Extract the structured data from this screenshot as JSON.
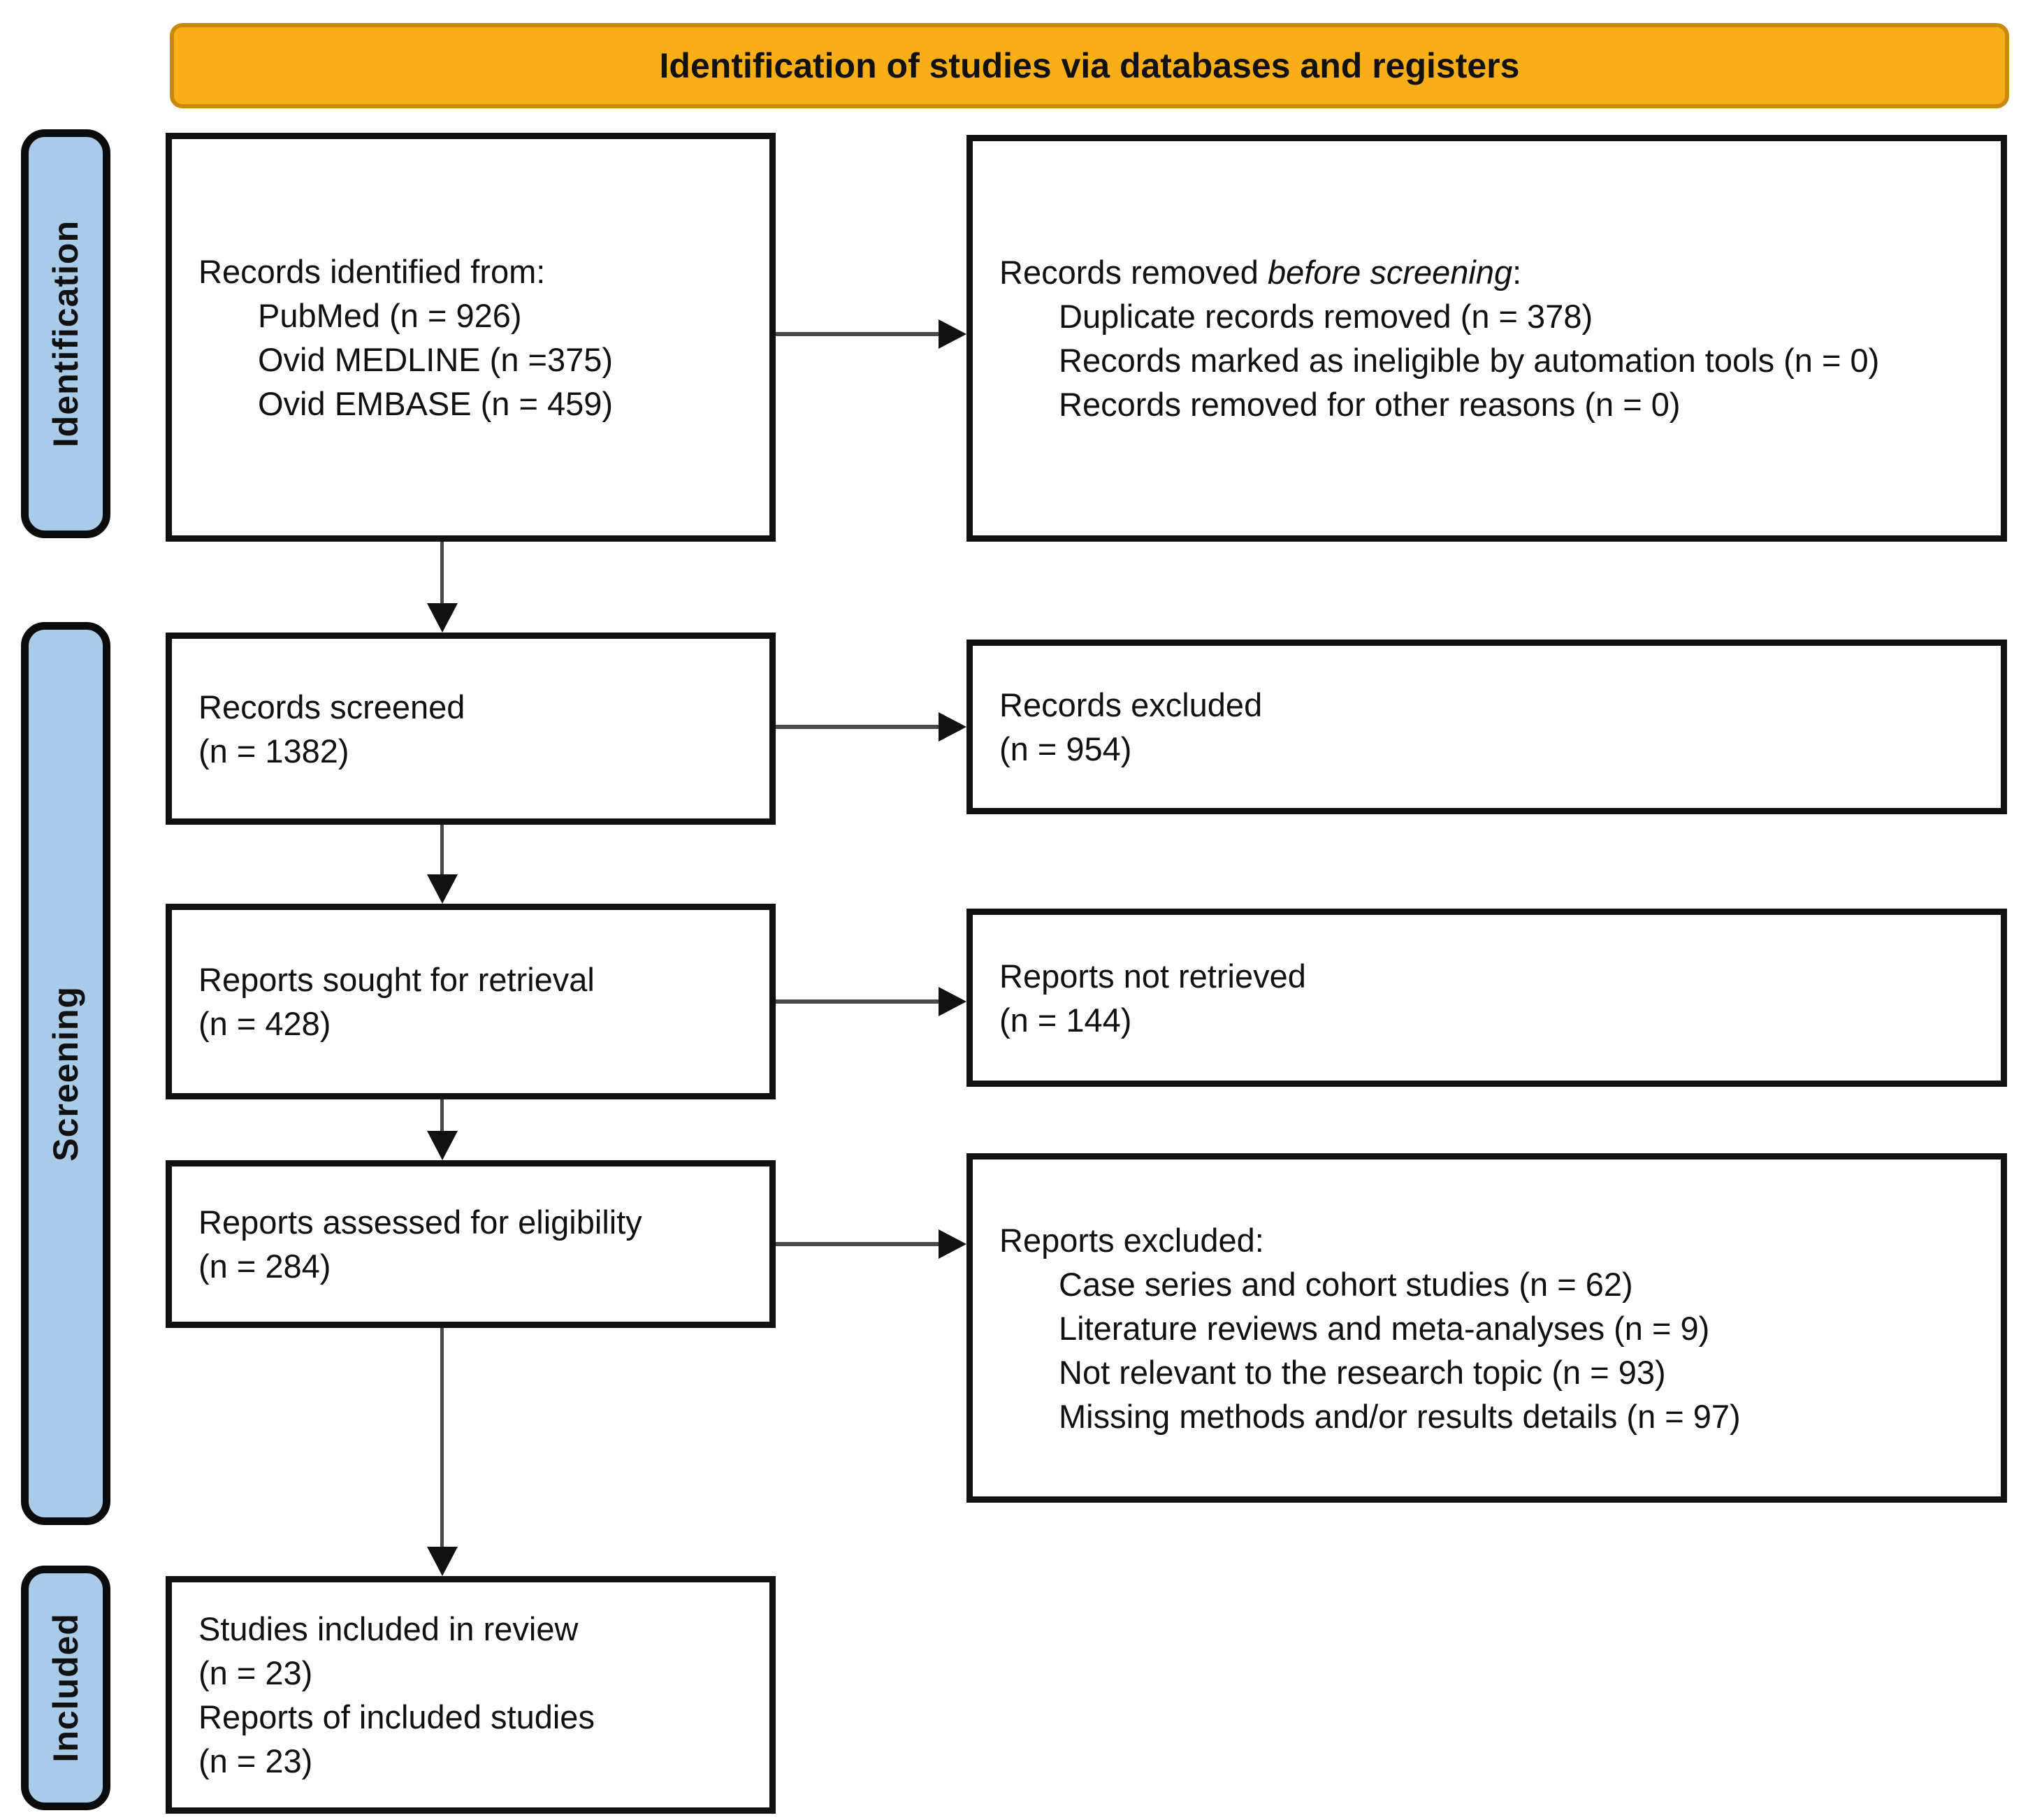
{
  "banner": {
    "title": "Identification of studies via databases and registers"
  },
  "sidebar": {
    "items": [
      {
        "id": "identification",
        "label": "Identification"
      },
      {
        "id": "screening",
        "label": "Screening"
      },
      {
        "id": "included",
        "label": "Included"
      }
    ]
  },
  "boxes": [
    {
      "id": "records-identified",
      "lines": [
        {
          "segments": [
            {
              "text": "Records identified from:"
            }
          ],
          "indent": 0
        },
        {
          "segments": [
            {
              "text": "PubMed (n = 926)"
            }
          ],
          "indent": 1
        },
        {
          "segments": [
            {
              "text": "Ovid MEDLINE (n =375)"
            }
          ],
          "indent": 1
        },
        {
          "segments": [
            {
              "text": "Ovid EMBASE (n = 459)"
            }
          ],
          "indent": 1
        }
      ]
    },
    {
      "id": "records-removed",
      "lines": [
        {
          "segments": [
            {
              "text": "Records removed "
            },
            {
              "text": "before screening",
              "italic": true
            },
            {
              "text": ":"
            }
          ],
          "indent": 0
        },
        {
          "segments": [
            {
              "text": "Duplicate records removed (n = 378)"
            }
          ],
          "indent": 1
        },
        {
          "segments": [
            {
              "text": "Records marked as ineligible by automation tools (n = 0)"
            }
          ],
          "indent": 1
        },
        {
          "segments": [
            {
              "text": "Records removed for other reasons (n = 0)"
            }
          ],
          "indent": 1
        }
      ]
    },
    {
      "id": "records-screened",
      "lines": [
        {
          "segments": [
            {
              "text": "Records screened"
            }
          ],
          "indent": 0
        },
        {
          "segments": [
            {
              "text": "(n = 1382)"
            }
          ],
          "indent": 0
        }
      ]
    },
    {
      "id": "records-excluded",
      "lines": [
        {
          "segments": [
            {
              "text": "Records excluded"
            }
          ],
          "indent": 0
        },
        {
          "segments": [
            {
              "text": "(n = 954)"
            }
          ],
          "indent": 0
        }
      ]
    },
    {
      "id": "reports-sought",
      "lines": [
        {
          "segments": [
            {
              "text": "Reports sought for retrieval"
            }
          ],
          "indent": 0
        },
        {
          "segments": [
            {
              "text": "(n = 428)"
            }
          ],
          "indent": 0
        }
      ]
    },
    {
      "id": "reports-not-retrieved",
      "lines": [
        {
          "segments": [
            {
              "text": "Reports not retrieved"
            }
          ],
          "indent": 0
        },
        {
          "segments": [
            {
              "text": "(n = 144)"
            }
          ],
          "indent": 0
        }
      ]
    },
    {
      "id": "reports-assessed",
      "lines": [
        {
          "segments": [
            {
              "text": "Reports assessed for eligibility"
            }
          ],
          "indent": 0
        },
        {
          "segments": [
            {
              "text": "(n = 284)"
            }
          ],
          "indent": 0
        }
      ]
    },
    {
      "id": "reports-excluded",
      "lines": [
        {
          "segments": [
            {
              "text": "Reports excluded:"
            }
          ],
          "indent": 0
        },
        {
          "segments": [
            {
              "text": "Case series and cohort studies (n = 62)"
            }
          ],
          "indent": 1
        },
        {
          "segments": [
            {
              "text": "Literature reviews and meta-analyses (n = 9)"
            }
          ],
          "indent": 1
        },
        {
          "segments": [
            {
              "text": "Not relevant to the research topic (n = 93)"
            }
          ],
          "indent": 1
        },
        {
          "segments": [
            {
              "text": "Missing methods and/or results details (n = 97)"
            }
          ],
          "indent": 1
        }
      ]
    },
    {
      "id": "studies-included",
      "lines": [
        {
          "segments": [
            {
              "text": "Studies included in review"
            }
          ],
          "indent": 0
        },
        {
          "segments": [
            {
              "text": "(n = 23)"
            }
          ],
          "indent": 0
        },
        {
          "segments": [
            {
              "text": "Reports of included studies"
            }
          ],
          "indent": 0
        },
        {
          "segments": [
            {
              "text": "(n = 23)"
            }
          ],
          "indent": 0
        }
      ]
    }
  ],
  "colors": {
    "background": "#FFFFFF",
    "banner_fill": "#F7AE17",
    "banner_border": "#C9880E",
    "stage_fill": "#A9CBEA",
    "stage_border": "#0C0C0C",
    "box_border": "#111111",
    "arrow_line": "#4A4A4A",
    "arrow_head": "#111111",
    "text": "#111111"
  }
}
